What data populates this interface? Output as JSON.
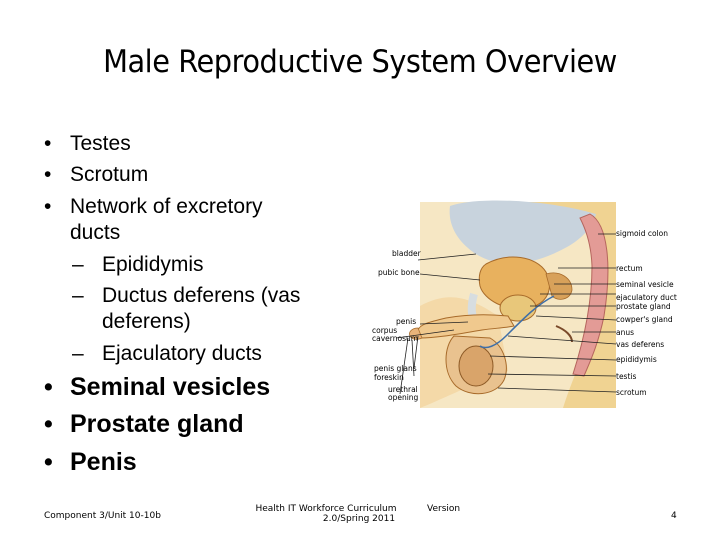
{
  "slide": {
    "title": "Male Reproductive System Overview",
    "bullets": {
      "testes": "Testes",
      "scrotum": "Scrotum",
      "network1": "Network of excretory",
      "network2": "ducts",
      "epididymis": "Epididymis",
      "ductus1": "Ductus deferens (vas",
      "ductus2": "deferens)",
      "ejaculatory": "Ejaculatory ducts",
      "seminal": "Seminal vesicles",
      "prostate": "Prostate gland",
      "penis": "Penis"
    },
    "markers": {
      "bullet": "•",
      "dash": "–"
    }
  },
  "diagram": {
    "labels_left": {
      "bladder": "bladder",
      "pubic_bone": "pubic bone",
      "penis": "penis",
      "corpus1": "corpus",
      "corpus2": "cavernosum",
      "glans": "penis glans",
      "foreskin": "foreskin",
      "urethral1": "urethral",
      "urethral2": "opening"
    },
    "labels_right": {
      "sigmoid": "sigmoid colon",
      "rectum": "rectum",
      "seminal": "seminal vesicle",
      "ejaculatory": "ejaculatory duct",
      "prostate": "prostate gland",
      "cowpers": "cowper's gland",
      "anus": "anus",
      "vas": "vas deferens",
      "epididymis": "epididymis",
      "testis": "testis",
      "scrotum": "scrotum"
    }
  },
  "footer": {
    "component": "Component 3/Unit 10-10b",
    "curriculum1": "Health IT Workforce Curriculum",
    "curriculum2": "2.0/Spring 2011",
    "version": "Version",
    "page": "4"
  }
}
